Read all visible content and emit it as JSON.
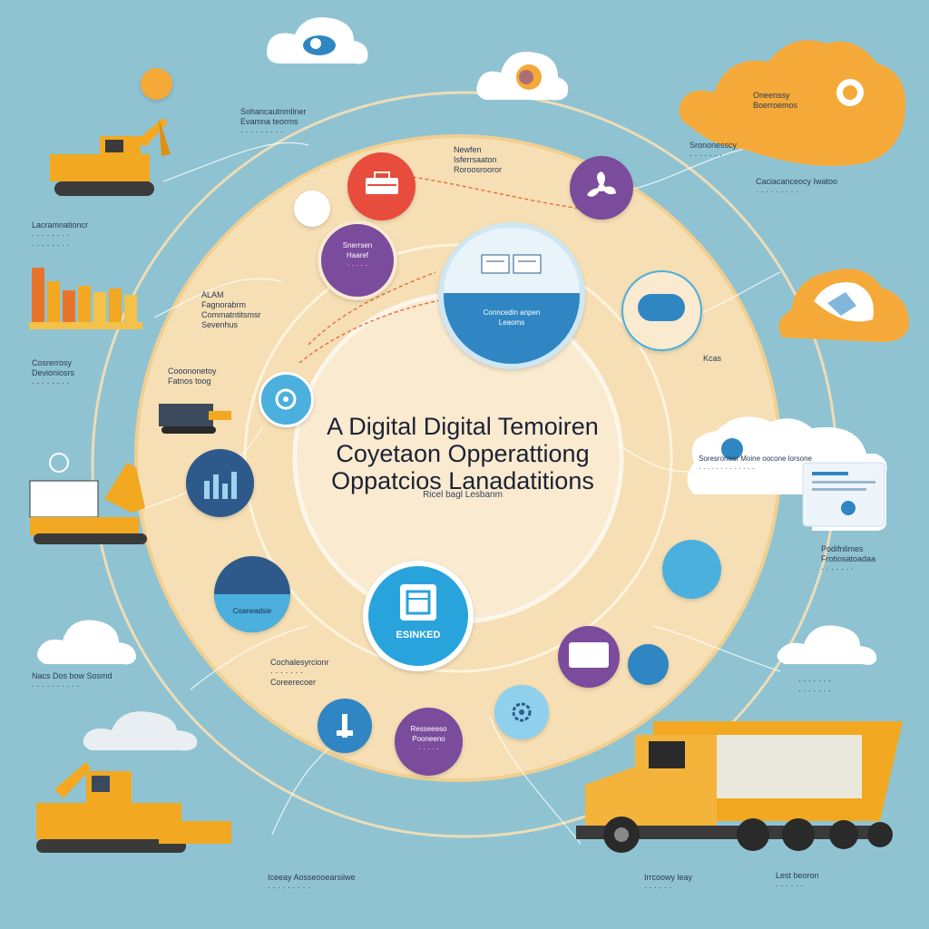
{
  "title": "A Digital Digital Temoiren\nCoyetaon Opperattiong\nOppatcios Lanadatitions",
  "subtitle": "Ricel bagl  Lesbanm",
  "center_badge": "ESINKED",
  "captions": {
    "top_left": "Sohancautnmliner\nEvamna teorrns\n· · · · · · · · ·",
    "left_1": "Lacramnationcr\n· · · · · · · ·\n· · · · · · · ·",
    "left_2": "ALAM\nFagnorabrm\nCommatntitsmsr\nSevenhus",
    "left_3": "Cosrerrosy\nDevioniosrs\n· · · · · · · ·",
    "left_4": "Cooononetoy\nFatnos toog",
    "left_bottom": "Nacs Dos bow Sosmd\n· · · · · · · · · ·",
    "center_left": "Cochalesyrcionr\n· · · · · · ·\nCoreerecoer",
    "top_center": "Newfen\nIsferrsaaton\nRoroosrooror",
    "right_top": "Oneenssy\nBoerroemos",
    "right_mid": "Srononesscy\n· · · · · · ·",
    "right_2": "Caciacanceocy  Iwatoo\n· · · · · · · · ·",
    "right_3": "Kcas",
    "right_4": "Podifnlimes\nFrotiosatoadaa\n· · · · · · ·",
    "bottom_1": "Iceeay Aosseooearsiiwe\n· · · · · · · · ·",
    "bottom_2": "Irrcoowy leay\n· · · · · ·",
    "bottom_3": "Lest beoron\n· · · · · ·",
    "right_bottom": "· · · · · · ·\n· · · · · · ·",
    "card_right": "Soresronear Moine oocone lorsone\n· · · · · · · · · · · · ·",
    "node_purple_left": "Snerrsen\nHaaref\n· · · · ·",
    "node_purple_bottom": "Resseeeso\nPooneeno\n· · · · ·",
    "node_blue_center": "Conncedin anpen\nLeaoms",
    "node_bottom_left": "Coaneadsie"
  },
  "colors": {
    "background": "#8fc3d2",
    "disc": "#f6dfb4",
    "machine": "#f2a820",
    "cloud_orange": "#f4a938",
    "purple": "#7b4b9c",
    "blue": "#2f86c3",
    "navy": "#2d5a8a",
    "red": "#e74c3c"
  },
  "icons": [
    "excavator-icon",
    "bulldozer-icon",
    "dump-truck-icon",
    "cloud-icon",
    "gear-icon",
    "chart-icon",
    "document-icon"
  ]
}
